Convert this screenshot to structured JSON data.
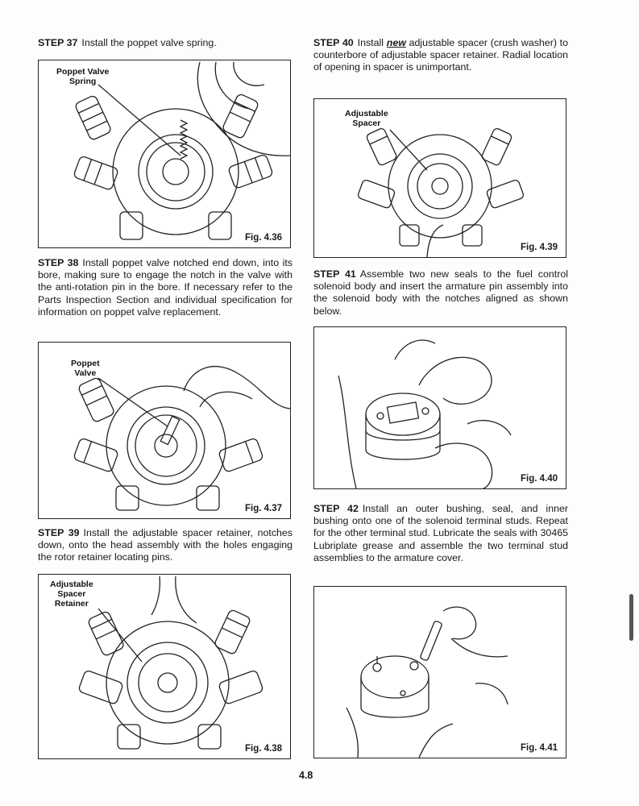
{
  "steps": {
    "s37": {
      "num": "STEP 37",
      "text": "Install the poppet valve spring."
    },
    "s38": {
      "num": "STEP 38",
      "text": "Install poppet valve notched end down, into its bore, making sure to engage the notch in the valve with the anti-rotation pin in the bore. If necessary refer to the Parts Inspection Section and individual specification for information on poppet valve replacement."
    },
    "s39": {
      "num": "STEP 39",
      "text": "Install the adjustable spacer retainer, notches down, onto the head assembly with the holes engaging the rotor retainer locating pins."
    },
    "s40": {
      "num": "STEP 40",
      "pre": "Install",
      "new": "new",
      "text": "adjustable spacer (crush washer) to counterbore of adjustable spacer retainer. Radial location of opening in spacer is unimportant."
    },
    "s41": {
      "num": "STEP 41",
      "text": "Assemble two new seals to the fuel control solenoid body and insert the armature pin assembly into the solenoid body with the notches aligned as shown below."
    },
    "s42": {
      "num": "STEP 42",
      "text": "Install an outer bushing, seal, and inner bushing onto one of the solenoid terminal studs. Repeat for the other terminal stud. Lubricate the seals with 30465 Lubriplate grease and assemble the two terminal stud assemblies to the armature cover."
    }
  },
  "figures": {
    "f436": {
      "label": "Fig. 4.36",
      "callout_1": "Poppet Valve",
      "callout_2": "Spring"
    },
    "f437": {
      "label": "Fig. 4.37",
      "callout_1": "Poppet",
      "callout_2": "Valve"
    },
    "f438": {
      "label": "Fig. 4.38",
      "callout_1": "Adjustable",
      "callout_2": "Spacer",
      "callout_3": "Retainer"
    },
    "f439": {
      "label": "Fig. 4.39",
      "callout_1": "Adjustable",
      "callout_2": "Spacer"
    },
    "f440": {
      "label": "Fig. 4.40"
    },
    "f441": {
      "label": "Fig. 4.41"
    }
  },
  "page_number": "4.8"
}
